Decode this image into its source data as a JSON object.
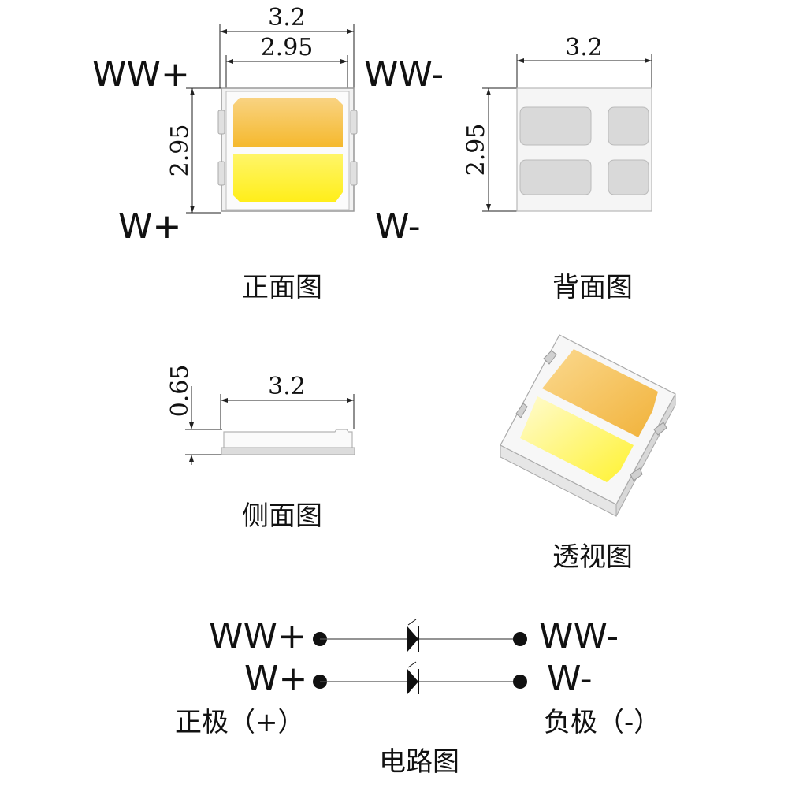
{
  "front_view": {
    "width_outer": "3.2",
    "width_inner": "2.95",
    "height": "2.95",
    "pins": {
      "ww_plus": "WW+",
      "ww_minus": "WW-",
      "w_plus": "W+",
      "w_minus": "W-"
    },
    "caption": "正面图"
  },
  "back_view": {
    "width": "3.2",
    "height": "2.95",
    "caption": "背面图"
  },
  "side_view": {
    "width": "3.2",
    "height": "0.65",
    "caption": "侧面图"
  },
  "perspective_view": {
    "caption": "透视图"
  },
  "circuit": {
    "ww_plus": "WW+",
    "ww_minus": "WW-",
    "w_plus": "W+",
    "w_minus": "W-",
    "positive_label": "正极（+）",
    "negative_label": "负极（-）",
    "caption": "电路图"
  },
  "colors": {
    "warm_white": "#f7c35a",
    "cool_white": "#fff23c",
    "pad_gray": "#d9d9d9"
  }
}
